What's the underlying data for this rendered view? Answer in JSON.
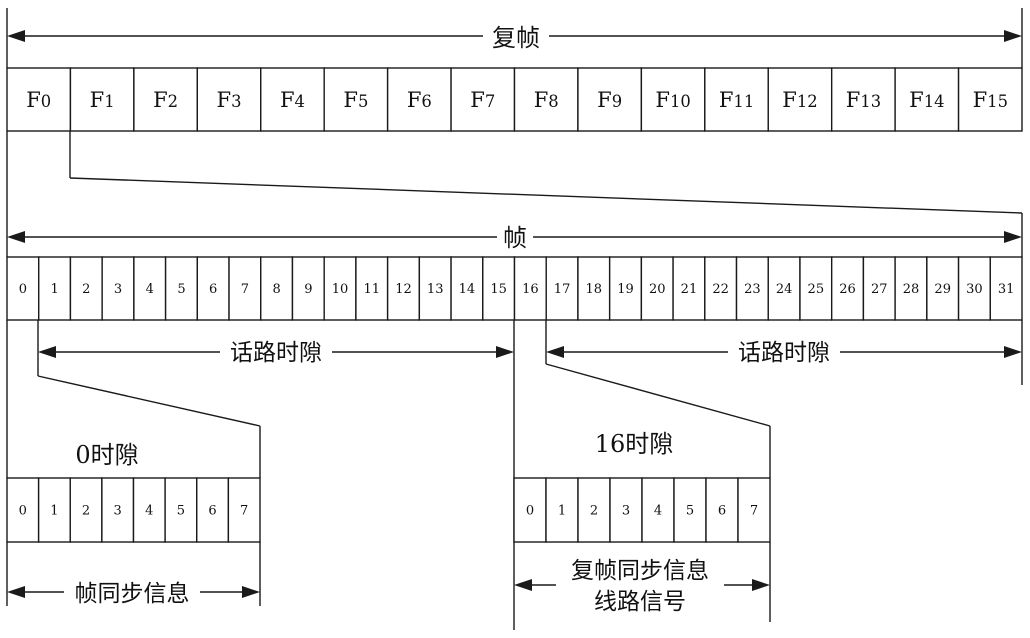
{
  "multiframe": {
    "label": "复帧",
    "cells": [
      "F0",
      "F1",
      "F2",
      "F3",
      "F4",
      "F5",
      "F6",
      "F7",
      "F8",
      "F9",
      "F10",
      "F11",
      "F12",
      "F13",
      "F14",
      "F15"
    ]
  },
  "frame": {
    "label": "帧",
    "cells": [
      "0",
      "1",
      "2",
      "3",
      "4",
      "5",
      "6",
      "7",
      "8",
      "9",
      "10",
      "11",
      "12",
      "13",
      "14",
      "15",
      "16",
      "17",
      "18",
      "19",
      "20",
      "21",
      "22",
      "23",
      "24",
      "25",
      "26",
      "27",
      "28",
      "29",
      "30",
      "31"
    ],
    "voice_left_label": "话路时隙",
    "voice_right_label": "话路时隙"
  },
  "slot0": {
    "title": "0时隙",
    "cells": [
      "0",
      "1",
      "2",
      "3",
      "4",
      "5",
      "6",
      "7"
    ],
    "caption": "帧同步信息"
  },
  "slot16": {
    "title": "16时隙",
    "cells": [
      "0",
      "1",
      "2",
      "3",
      "4",
      "5",
      "6",
      "7"
    ],
    "caption_line1": "复帧同步信息",
    "caption_line2": "线路信号"
  }
}
